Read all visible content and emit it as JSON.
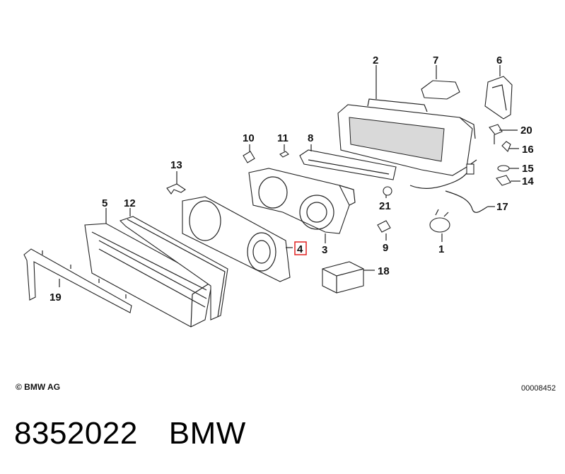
{
  "callouts": {
    "c1": "1",
    "c2": "2",
    "c3": "3",
    "c4": "4",
    "c5": "5",
    "c6": "6",
    "c7": "7",
    "c8": "8",
    "c9": "9",
    "c10": "10",
    "c11": "11",
    "c12": "12",
    "c13": "13",
    "c14": "14",
    "c15": "15",
    "c16": "16",
    "c17": "17",
    "c18": "18",
    "c19": "19",
    "c20": "20",
    "c21": "21"
  },
  "highlighted_callout": "4",
  "highlight_color": "#e02020",
  "copyright": "© BMW AG",
  "catalog_number": "00008452",
  "footer": {
    "part_number": "8352022",
    "brand": "BMW"
  }
}
